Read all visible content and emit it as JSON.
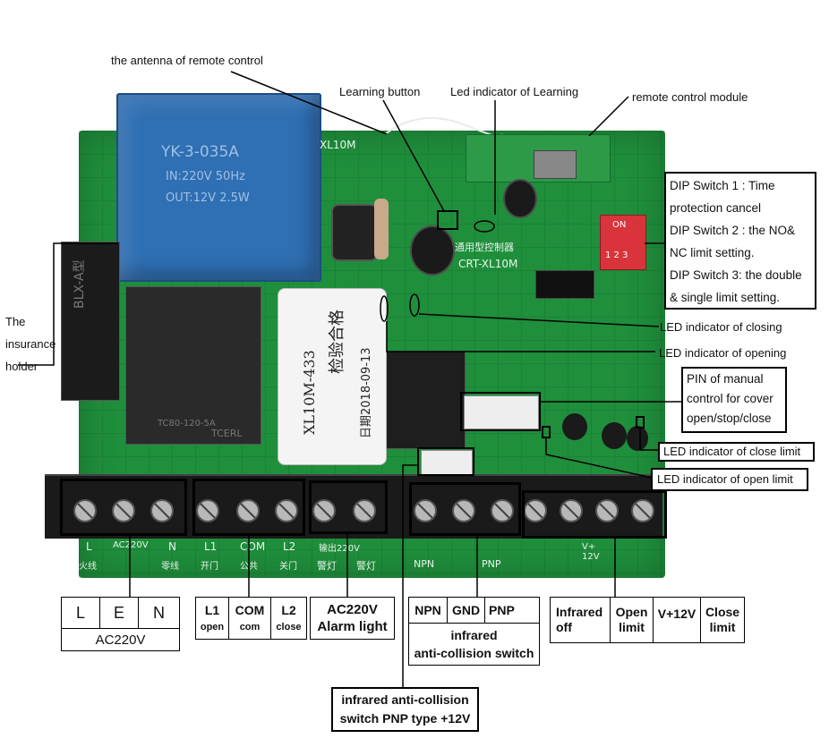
{
  "callouts": {
    "antenna": "the antenna of remote control",
    "learning_button": "Learning button",
    "learning_led": "Led indicator of Learning",
    "remote_module": "remote control module",
    "insurance_1": "The",
    "insurance_2": "insurance",
    "insurance_3": "holder",
    "led_closing": "LED indicator of closing",
    "led_opening": "LED indicator of opening",
    "led_close_limit": "LED indicator of close limit",
    "led_open_limit": "LED indicator of open limit"
  },
  "dip_box": {
    "line1": "DIP Switch 1 : Time",
    "line2": "protection cancel",
    "line3": "DIP Switch 2 : the NO&",
    "line4": "NC limit setting.",
    "line5": "DIP Switch 3: the double",
    "line6": "& single limit setting."
  },
  "manual_pin": {
    "line1": "PIN of manual",
    "line2": "control for cover",
    "line3": "open/stop/close"
  },
  "power_terminals": {
    "l": "L",
    "e": "E",
    "n": "N",
    "caption": "AC220V"
  },
  "motor_terminals": {
    "l1": "L1",
    "l1_sub": "open",
    "com": "COM",
    "com_sub": "com",
    "l2": "L2",
    "l2_sub": "close"
  },
  "alarm": {
    "line1": "AC220V",
    "line2": "Alarm light"
  },
  "infrared_terminals": {
    "npn": "NPN",
    "gnd": "GND",
    "pnp": "PNP",
    "caption1": "infrared",
    "caption2": "anti-collision switch"
  },
  "limit_terminals": {
    "ir_off_1": "Infrared",
    "ir_off_2": "off",
    "open_1": "Open",
    "open_2": "limit",
    "vplus": "V+12V",
    "close_1": "Close",
    "close_2": "limit"
  },
  "pnp_note": {
    "line1": "infrared anti-collision",
    "line2": "switch PNP type +12V"
  },
  "board_print": {
    "transformer_1": "YK-3-035A",
    "transformer_2": "IN:220V 50Hz",
    "transformer_3": "OUT:12V 2.5W",
    "board_name": "XL10M",
    "crt": "CRT-XL10M",
    "chip_cn": "通用型控制器",
    "fuse": "BLX-A型",
    "sticker_model": "XL10M-433",
    "sticker_pass": "检验合格",
    "sticker_date": "日期2018-09-13",
    "dip_on": "ON",
    "dip_nums": "1 2 3",
    "relay_1": "TC80-120-5A",
    "relay_2": "TCERL",
    "silk_l": "L",
    "silk_ac": "AC220V",
    "silk_n": "N",
    "silk_live": "火线",
    "silk_neutral": "零线",
    "silk_l1": "L1",
    "silk_com": "COM",
    "silk_l2": "L2",
    "silk_open": "开门",
    "silk_common": "公共",
    "silk_close": "关门",
    "silk_out": "输出220V",
    "silk_lamp1": "警灯",
    "silk_lamp2": "警灯",
    "silk_npn": "NPN",
    "silk_pnp": "PNP",
    "silk_v12": "V+ 12V"
  },
  "colors": {
    "pcb": "#1f8f3c",
    "pcb_dark": "#157030",
    "transformer": "#2f6fb3",
    "relay": "#2a2a2a",
    "terminal": "#1a1a1a",
    "dip": "#d9343b"
  }
}
